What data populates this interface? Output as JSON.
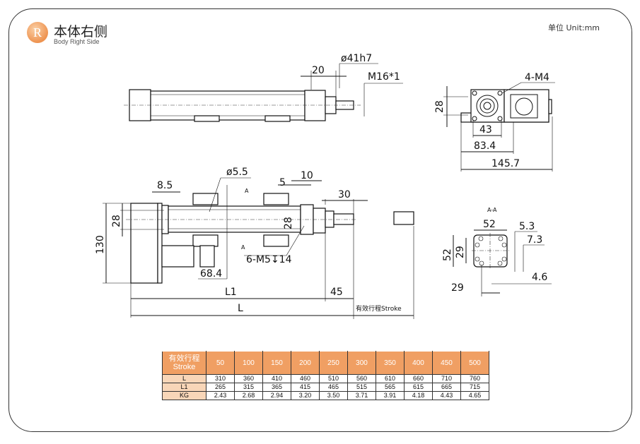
{
  "header": {
    "logo_letter": "R",
    "title": "本体右侧",
    "subtitle": "Body Right Side",
    "unit": "单位 Unit:mm"
  },
  "dimensions": {
    "top_view": {
      "rod_diameter": "ø41h7",
      "rod_offset": "20",
      "thread": "M16*1"
    },
    "end_view": {
      "holes": "4-M4",
      "height": "28",
      "bolt_spacing": "43",
      "width_mid": "83.4",
      "width_total": "145.7"
    },
    "front_view": {
      "hole_dia": "ø5.5",
      "offset_8_5": "8.5",
      "offset_5": "5",
      "offset_10": "10",
      "rod_len": "30",
      "height_28": "28",
      "height_28_right": "28",
      "height_total": "130",
      "offset_68_4": "68.4",
      "tapped_holes": "6-M5↧14",
      "L1": "L1",
      "rod_45": "45",
      "L": "L",
      "stroke": "有效行程Stroke",
      "section_mark": "A"
    },
    "section_view": {
      "section_mark": "A-A",
      "width": "52",
      "height": "52",
      "hole_span_v": "29",
      "hole_span_h": "29",
      "d_5_3": "5.3",
      "d_7_3": "7.3",
      "d_4_6": "4.6"
    }
  },
  "table": {
    "header_label_cn": "有效行程",
    "header_label_en": "Stroke",
    "strokes": [
      "50",
      "100",
      "150",
      "200",
      "250",
      "300",
      "350",
      "400",
      "450",
      "500"
    ],
    "rows": [
      {
        "label": "L",
        "values": [
          "310",
          "360",
          "410",
          "460",
          "510",
          "560",
          "610",
          "660",
          "710",
          "760"
        ]
      },
      {
        "label": "L1",
        "values": [
          "265",
          "315",
          "365",
          "415",
          "465",
          "515",
          "565",
          "615",
          "665",
          "715"
        ]
      },
      {
        "label": "KG",
        "values": [
          "2.43",
          "2.68",
          "2.94",
          "3.20",
          "3.50",
          "3.71",
          "3.91",
          "4.18",
          "4.43",
          "4.65"
        ]
      }
    ]
  },
  "colors": {
    "accent": "#f09f63",
    "accent_light": "#f8d6b8"
  }
}
